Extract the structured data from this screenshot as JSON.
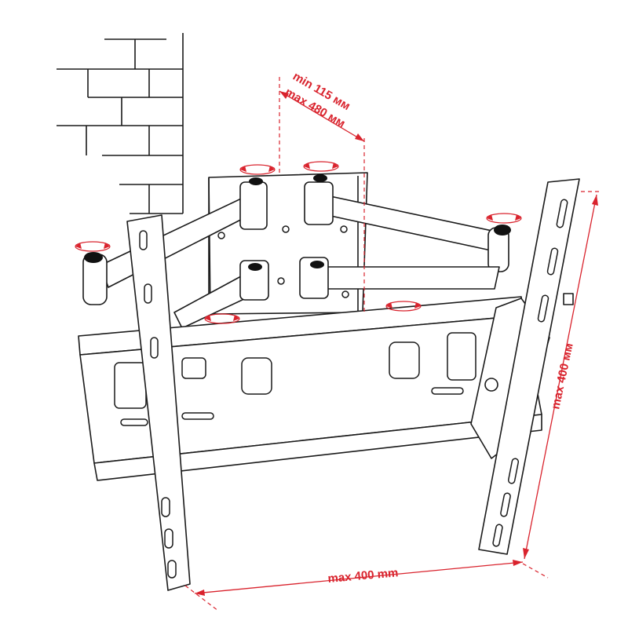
{
  "colors": {
    "ink": "#1a1a1a",
    "accent": "#d9232d",
    "background": "#ffffff"
  },
  "labels": {
    "min_distance": "min 115 мм",
    "max_distance": "max 480 мм",
    "vertical_max": "max  400 мм",
    "horizontal_max": "max 400 mm"
  }
}
